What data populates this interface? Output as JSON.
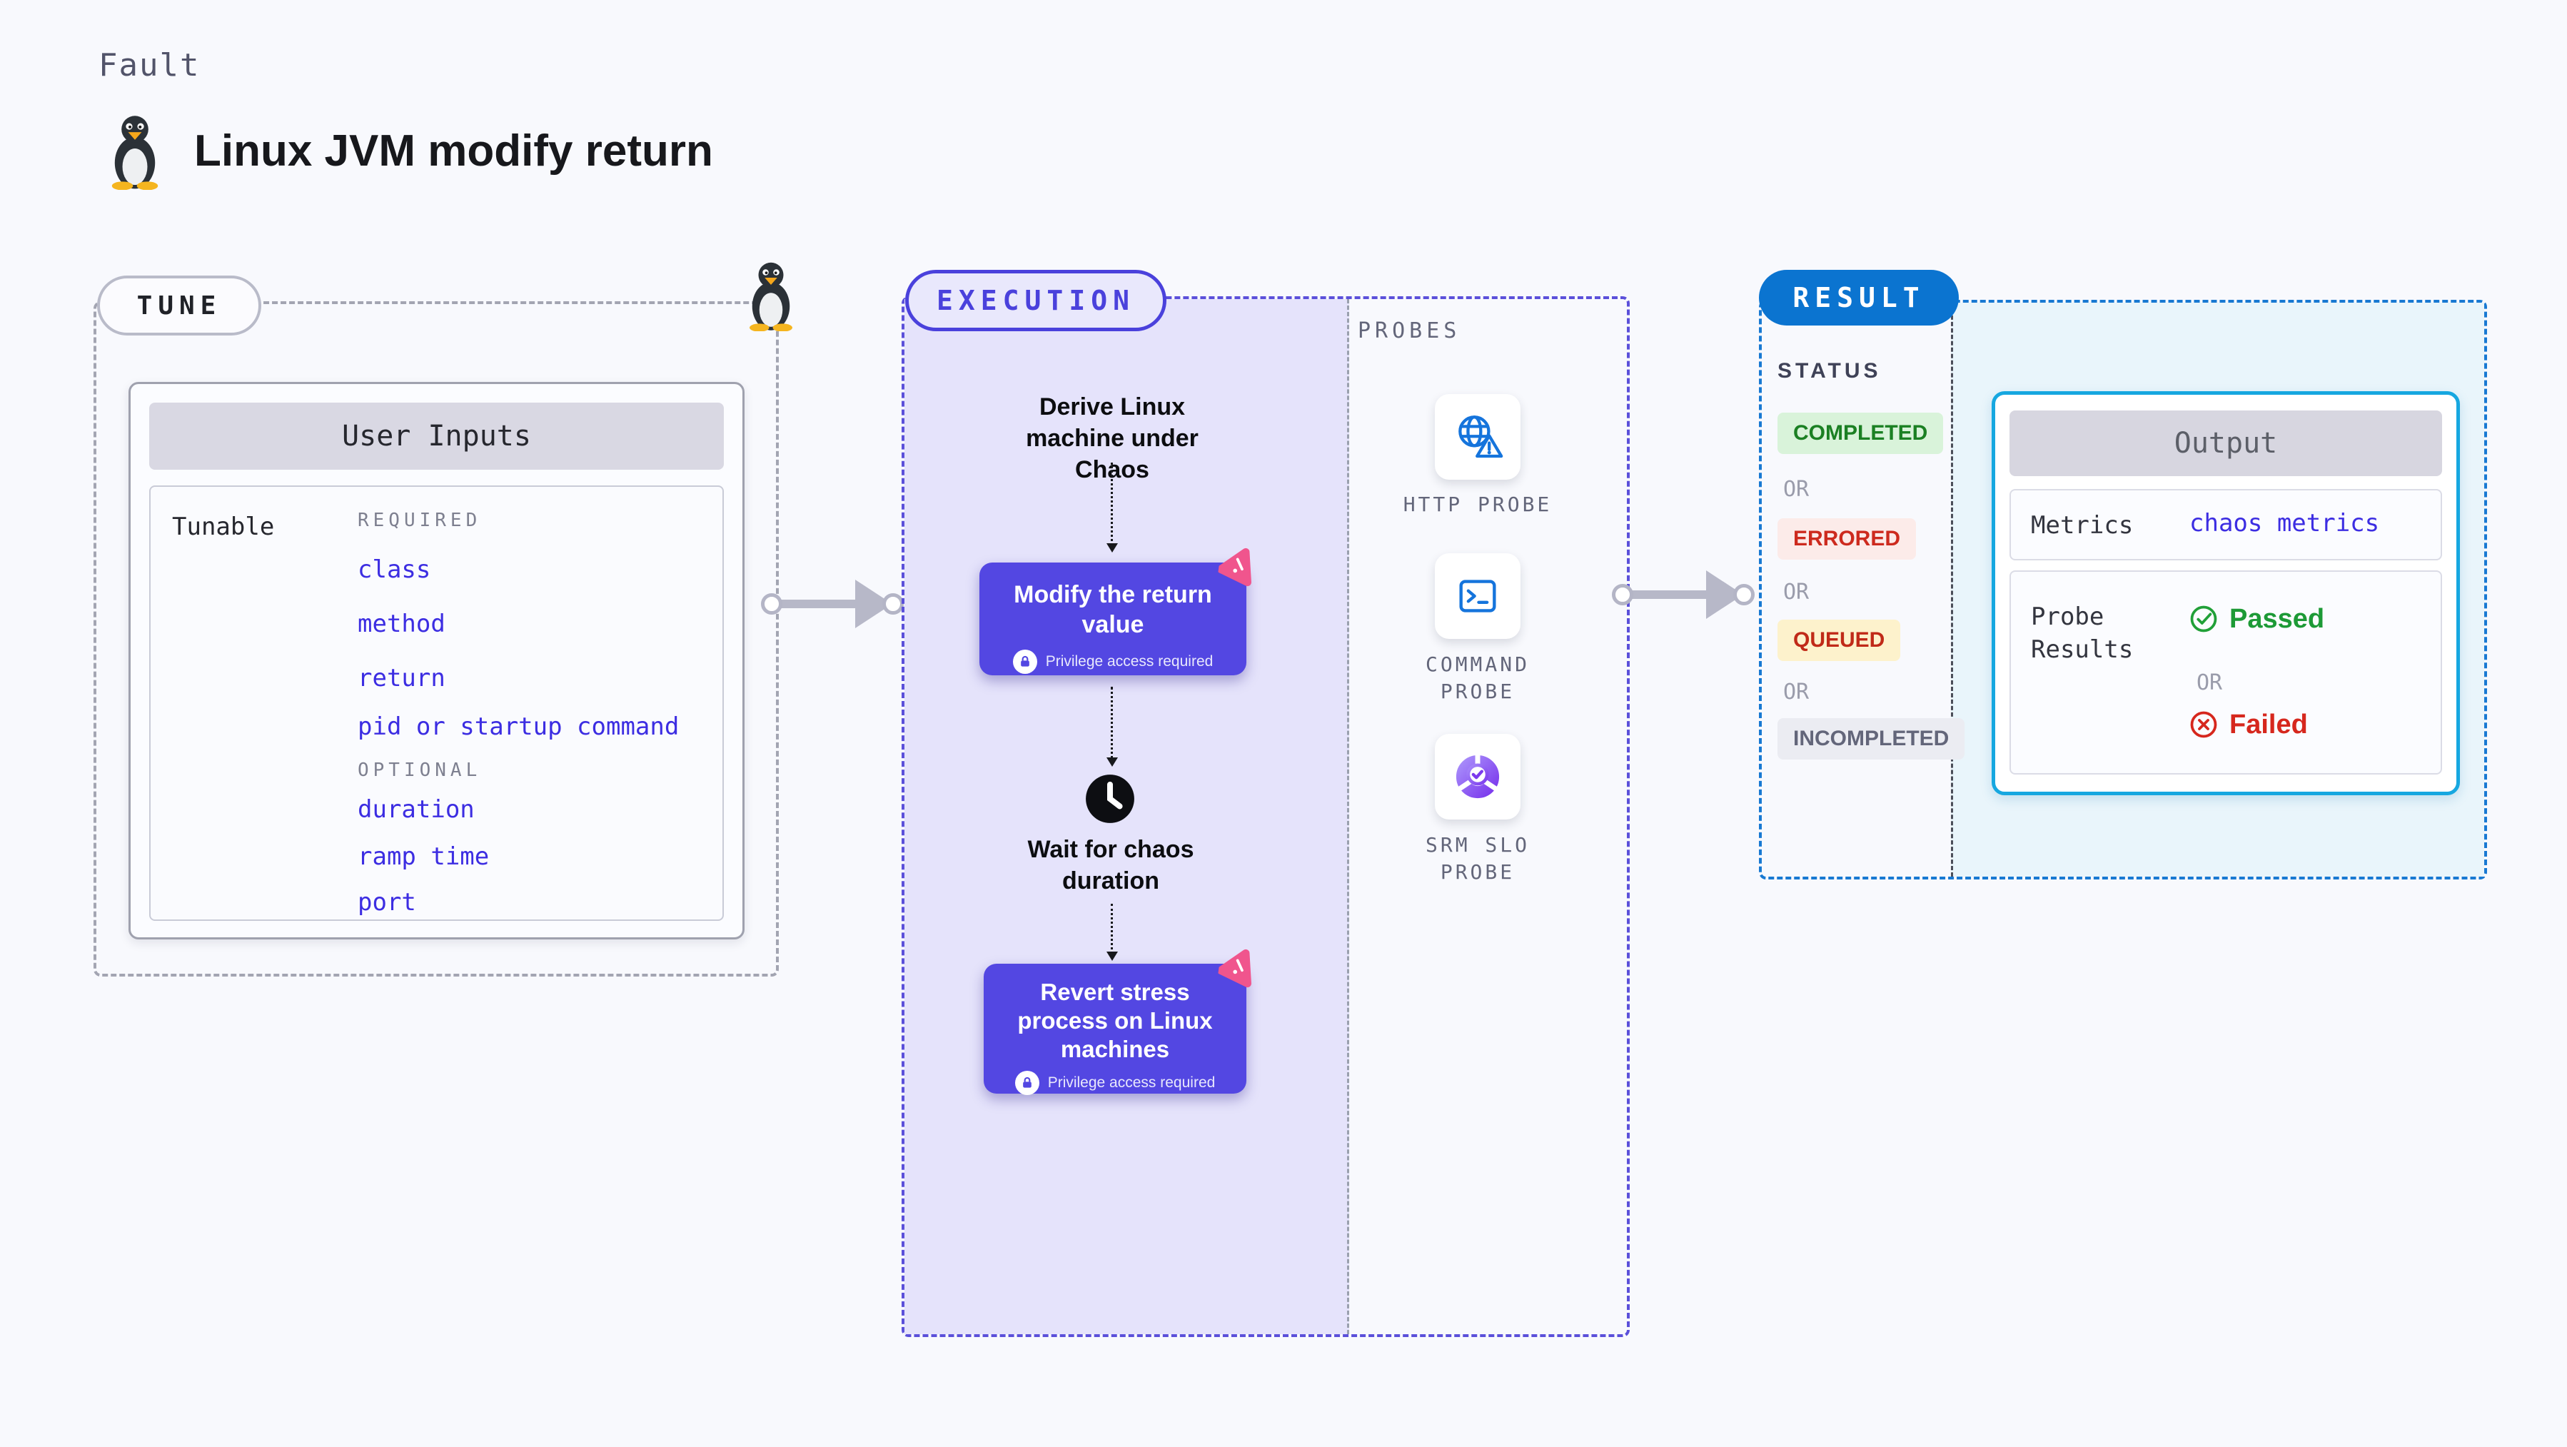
{
  "page": {
    "kicker": "Fault",
    "title": "Linux JVM modify return"
  },
  "tune": {
    "badge": "TUNE",
    "card_title": "User Inputs",
    "row_label": "Tunable",
    "required_label": "REQUIRED",
    "required_items": [
      "class",
      "method",
      "return",
      "pid or startup command"
    ],
    "optional_label": "OPTIONAL",
    "optional_items": [
      "duration",
      "ramp time",
      "port"
    ]
  },
  "execution": {
    "badge": "EXECUTION",
    "derive_label": "Derive Linux machine under Chaos",
    "modify_title": "Modify the return value",
    "modify_note": "Privilege access required",
    "wait_label": "Wait for chaos duration",
    "revert_title": "Revert stress process on Linux machines",
    "revert_note": "Privilege access required"
  },
  "probes": {
    "label": "PROBES",
    "items": [
      {
        "name": "HTTP PROBE",
        "icon": "globe-warning-icon"
      },
      {
        "name": "COMMAND PROBE",
        "icon": "terminal-icon"
      },
      {
        "name": "SRM SLO PROBE",
        "icon": "slo-donut-icon"
      }
    ]
  },
  "result": {
    "badge": "RESULT",
    "status_label": "STATUS",
    "or_label": "OR",
    "statuses": [
      "COMPLETED",
      "ERRORED",
      "QUEUED",
      "INCOMPLETED"
    ],
    "output": {
      "title": "Output",
      "metrics_label": "Metrics",
      "metrics_value": "chaos metrics",
      "probe_results_label": "Probe Results",
      "or_label": "OR",
      "passed": "Passed",
      "failed": "Failed"
    }
  },
  "colors": {
    "accent_indigo": "#5347e2",
    "accent_blue": "#0b74d0",
    "accent_cyan": "#16a7e0",
    "lavender_bg": "#e5e3fb",
    "cyan_bg": "#e9f5fb",
    "link_blue": "#3c2de2",
    "pink_chaos": "#f0558d",
    "green": "#1b8023",
    "red": "#cd2a1e"
  }
}
